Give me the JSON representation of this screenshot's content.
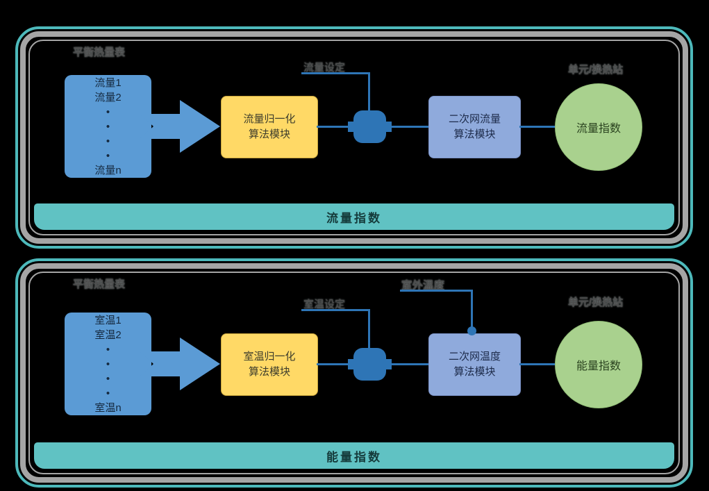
{
  "palette": {
    "background": "#000000",
    "panel_border_teal": "#4db9bb",
    "ring_border_gray": "#a5a5a5",
    "source_box_blue": "#5b9bd5",
    "arrow_blue": "#5b9bd5",
    "algo_box_yellow": "#ffd966",
    "net_box_purple": "#8faadc",
    "index_circle_green": "#a9d18e",
    "junction_line_blue": "#2e75b6",
    "footer_bar_teal": "#60c2c3"
  },
  "panels": [
    {
      "meter_label": "平衡热量表",
      "source_items": "流量1\n流量2\n•\n•\n•\n•\n流量n",
      "normalize_label": "流量归一化\n算法模块",
      "setting_label": "流量设定",
      "secondary_label": "二次网流量\n算法模块",
      "station_label": "单元/换热站",
      "index_label": "流量指数",
      "footer_label": "流量指数"
    },
    {
      "meter_label": "平衡热量表",
      "source_items": "室温1\n室温2\n•\n•\n•\n•\n室温n",
      "normalize_label": "室温归一化\n算法模块",
      "setting_label": "室温设定",
      "outdoor_label": "室外温度",
      "secondary_label": "二次网温度\n算法模块",
      "station_label": "单元/换热站",
      "index_label": "能量指数",
      "footer_label": "能量指数"
    }
  ]
}
